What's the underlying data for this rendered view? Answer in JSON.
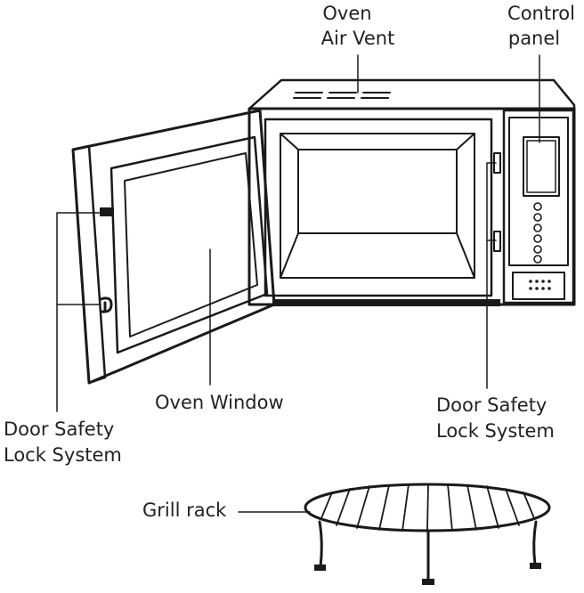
{
  "labels": {
    "oven_air_vent": [
      "Oven",
      "Air Vent"
    ],
    "control_panel": [
      "Control",
      "panel"
    ],
    "oven_window": "Oven Window",
    "door_lock_left": [
      "Door Safety",
      "Lock System"
    ],
    "door_lock_right": [
      "Door Safety",
      "Lock System"
    ],
    "grill_rack": "Grill rack"
  },
  "colors": {
    "line": "#1a1a1a",
    "text": "#222222",
    "background": "#ffffff"
  }
}
